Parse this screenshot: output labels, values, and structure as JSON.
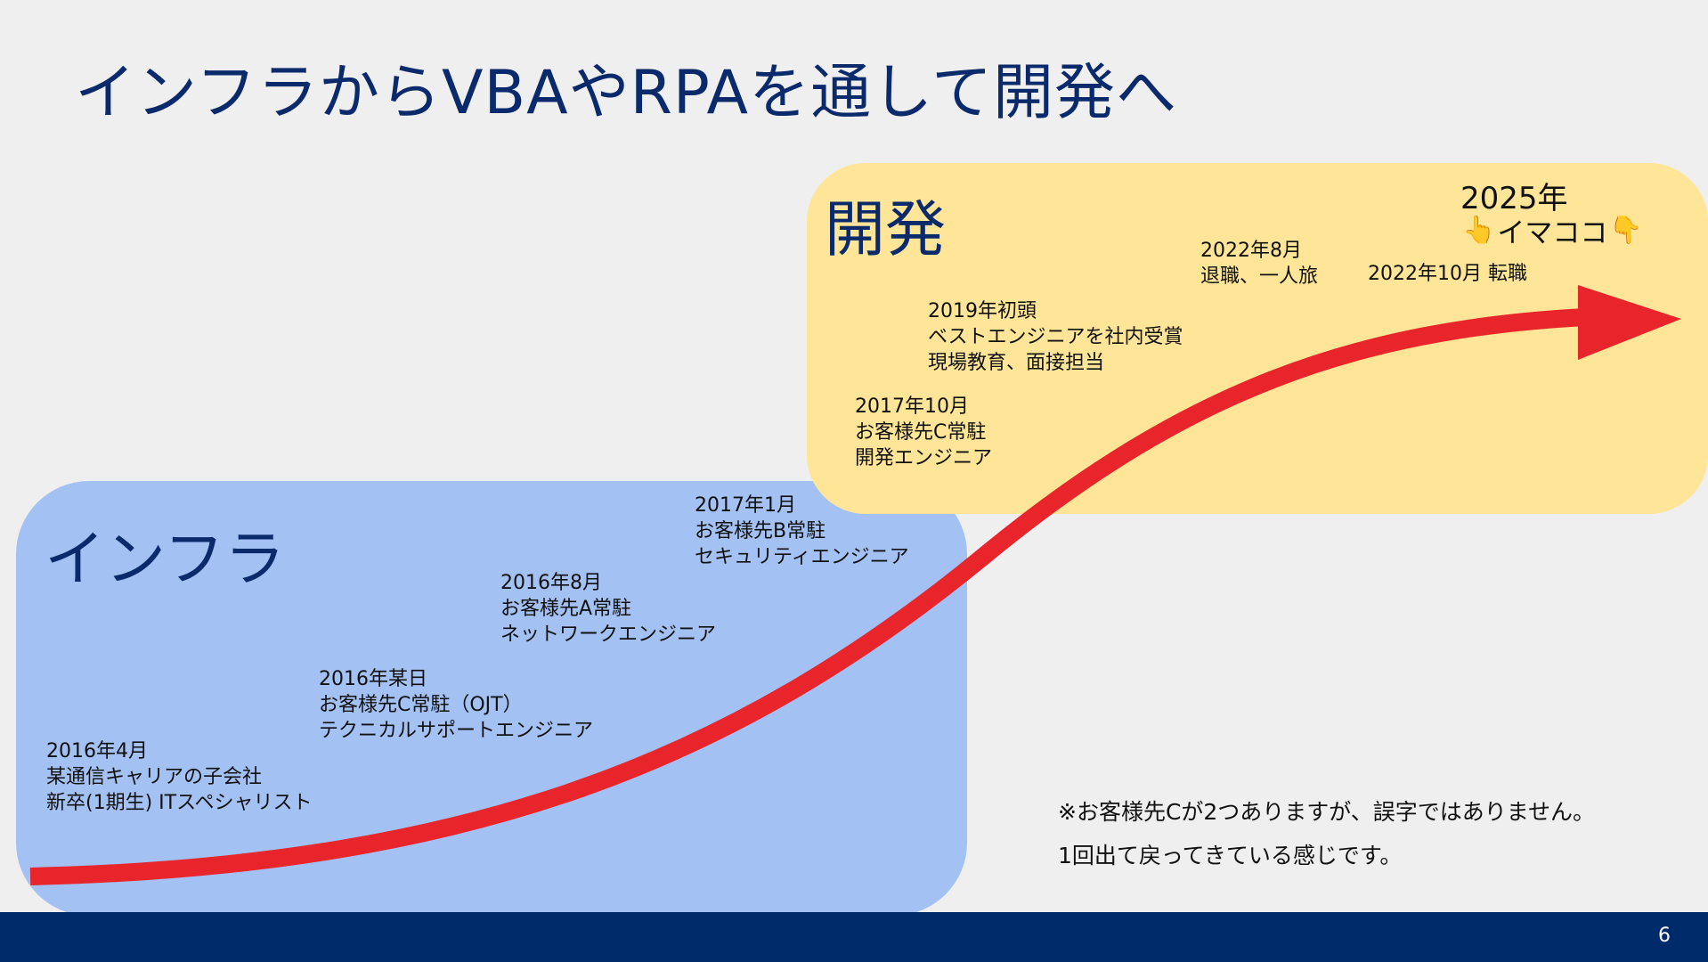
{
  "slide": {
    "title": "インフラからVBAやRPAを通して開発へ",
    "page_number": "6"
  },
  "panels": {
    "infra_label": "インフラ",
    "dev_label": "開発"
  },
  "timeline": [
    {
      "date": "2016年4月",
      "line1": "某通信キャリアの子会社",
      "line2": "新卒(1期生) ITスペシャリスト"
    },
    {
      "date": "2016年某日",
      "line1": "お客様先C常駐（OJT）",
      "line2": "テクニカルサポートエンジニア"
    },
    {
      "date": "2016年8月",
      "line1": "お客様先A常駐",
      "line2": "ネットワークエンジニア"
    },
    {
      "date": "2017年1月",
      "line1": "お客様先B常駐",
      "line2": "セキュリティエンジニア"
    },
    {
      "date": "2017年10月",
      "line1": "お客様先C常駐",
      "line2": "開発エンジニア"
    },
    {
      "date": "2019年初頭",
      "line1": "ベストエンジニアを社内受賞",
      "line2": "現場教育、面接担当"
    },
    {
      "date": "2022年8月",
      "line1": "退職、一人旅"
    },
    {
      "date": "2022年10月 転職"
    }
  ],
  "now": {
    "year": "2025年",
    "label": "イマココ",
    "left_hand_icon": "pointing-up-hand",
    "right_hand_icon": "pointing-down-hand"
  },
  "note": {
    "line1": "※お客様先Cが2つありますが、誤字ではありません。",
    "line2": "1回出て戻ってきている感じです。"
  },
  "colors": {
    "background": "#efefef",
    "title_text": "#0b2a6b",
    "infra_panel": "#a4c1f3",
    "dev_panel": "#fee597",
    "arrow": "#e8252a",
    "footer": "#002b6b"
  }
}
